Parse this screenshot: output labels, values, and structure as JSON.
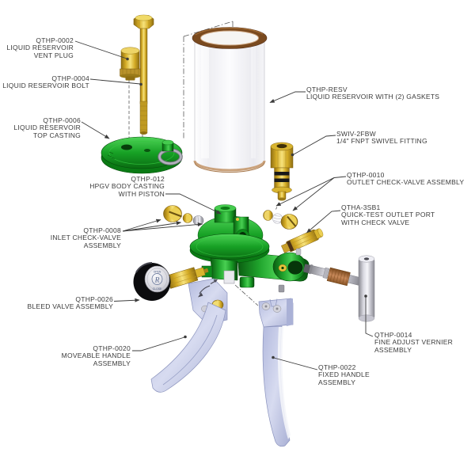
{
  "diagram_type": "exploded-parts-diagram",
  "labels": [
    {
      "id": "qthp-0002",
      "lines": [
        "QTHP-0002",
        "LIQUID RESERVOIR",
        "VENT PLUG"
      ]
    },
    {
      "id": "qthp-0004",
      "lines": [
        "QTHP-0004",
        "LIQUID RESERVOIR BOLT"
      ]
    },
    {
      "id": "qthp-0006",
      "lines": [
        "QTHP-0006",
        "LIQUID RESERVOIR",
        "TOP CASTING"
      ]
    },
    {
      "id": "qthp-012",
      "lines": [
        "QTHP-012",
        "HPGV BODY CASTING",
        "WITH PISTON"
      ]
    },
    {
      "id": "qthp-0008",
      "lines": [
        "QTHP-0008",
        "INLET CHECK-VALVE",
        "ASSEMBLY"
      ]
    },
    {
      "id": "qthp-0026",
      "lines": [
        "QTHP-0026",
        "BLEED VALVE ASSEMBLY"
      ]
    },
    {
      "id": "qthp-0020",
      "lines": [
        "QTHP-0020",
        "MOVEABLE HANDLE",
        "ASSEMBLY"
      ]
    },
    {
      "id": "qthp-resv",
      "lines": [
        "QTHP-RESV",
        "LIQUID RESERVOIR WITH (2) GASKETS"
      ]
    },
    {
      "id": "swiv-2fbw",
      "lines": [
        "SWIV-2FBW",
        "1/4\" FNPT SWIVEL FITTING"
      ]
    },
    {
      "id": "qthp-0010",
      "lines": [
        "QTHP-0010",
        "OUTLET CHECK-VALVE ASSEMBLY"
      ]
    },
    {
      "id": "qtha-3sb1",
      "lines": [
        "QTHA-3SB1",
        "QUICK-TEST OUTLET PORT",
        "WITH CHECK VALVE"
      ]
    },
    {
      "id": "qthp-0014",
      "lines": [
        "QTHP-0014",
        "FINE ADJUST VERNIER",
        "ASSEMBLY"
      ]
    },
    {
      "id": "qthp-0022",
      "lines": [
        "QTHP-0022",
        "FIXED HANDLE",
        "ASSEMBLY"
      ]
    }
  ],
  "knob": {
    "open_label": "OPEN",
    "close_label": "CLOSE",
    "brand_initial": "R"
  },
  "colors": {
    "part_green": "#1fa32c",
    "part_gold": "#e2bf38",
    "handle_lavender": "#c3c9e8",
    "gasket_brown": "#7a4a1f",
    "knob_black": "#0c0c0e",
    "glass_white": "#f6f6f9",
    "leader_line": "#3b3b3b"
  }
}
